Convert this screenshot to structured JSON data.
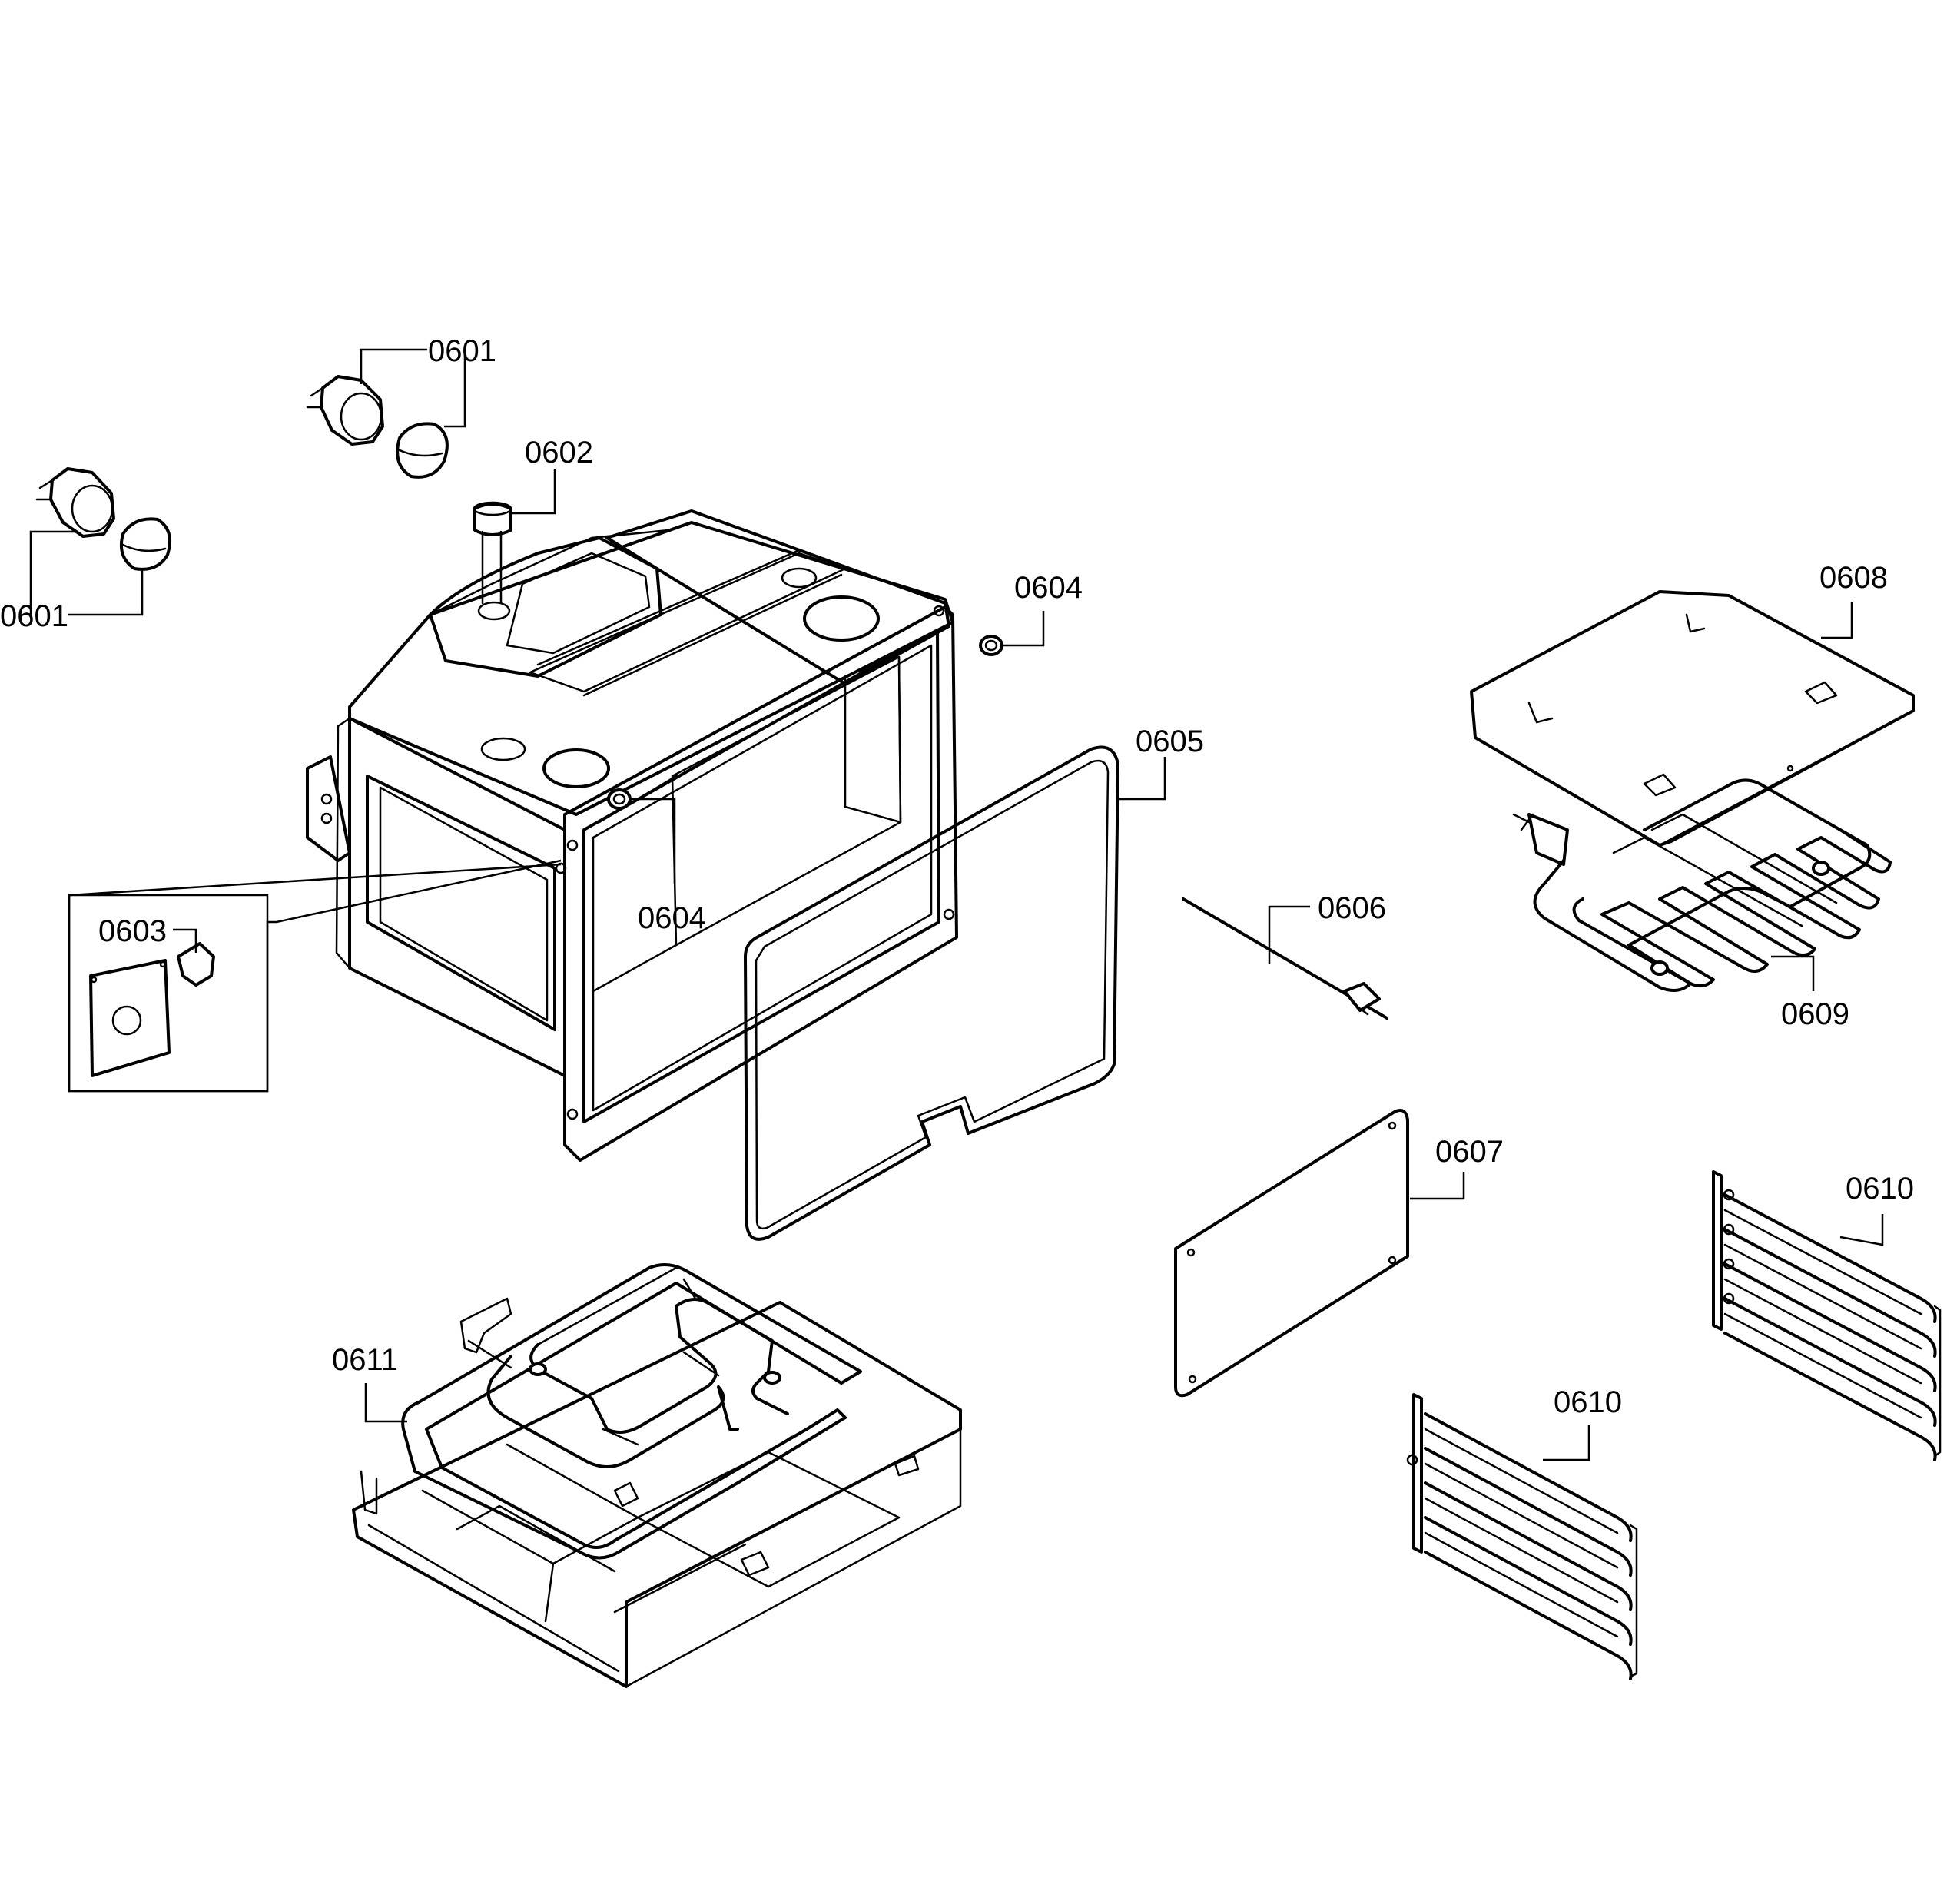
{
  "labels": {
    "p0601a": "0601",
    "p0601b": "0601",
    "p0602": "0602",
    "p0603": "0603",
    "p0604a": "0604",
    "p0604b": "0604",
    "p0605": "0605",
    "p0606": "0606",
    "p0607": "0607",
    "p0608": "0608",
    "p0609": "0609",
    "p0610a": "0610",
    "p0610b": "0610",
    "p0611": "0611"
  }
}
